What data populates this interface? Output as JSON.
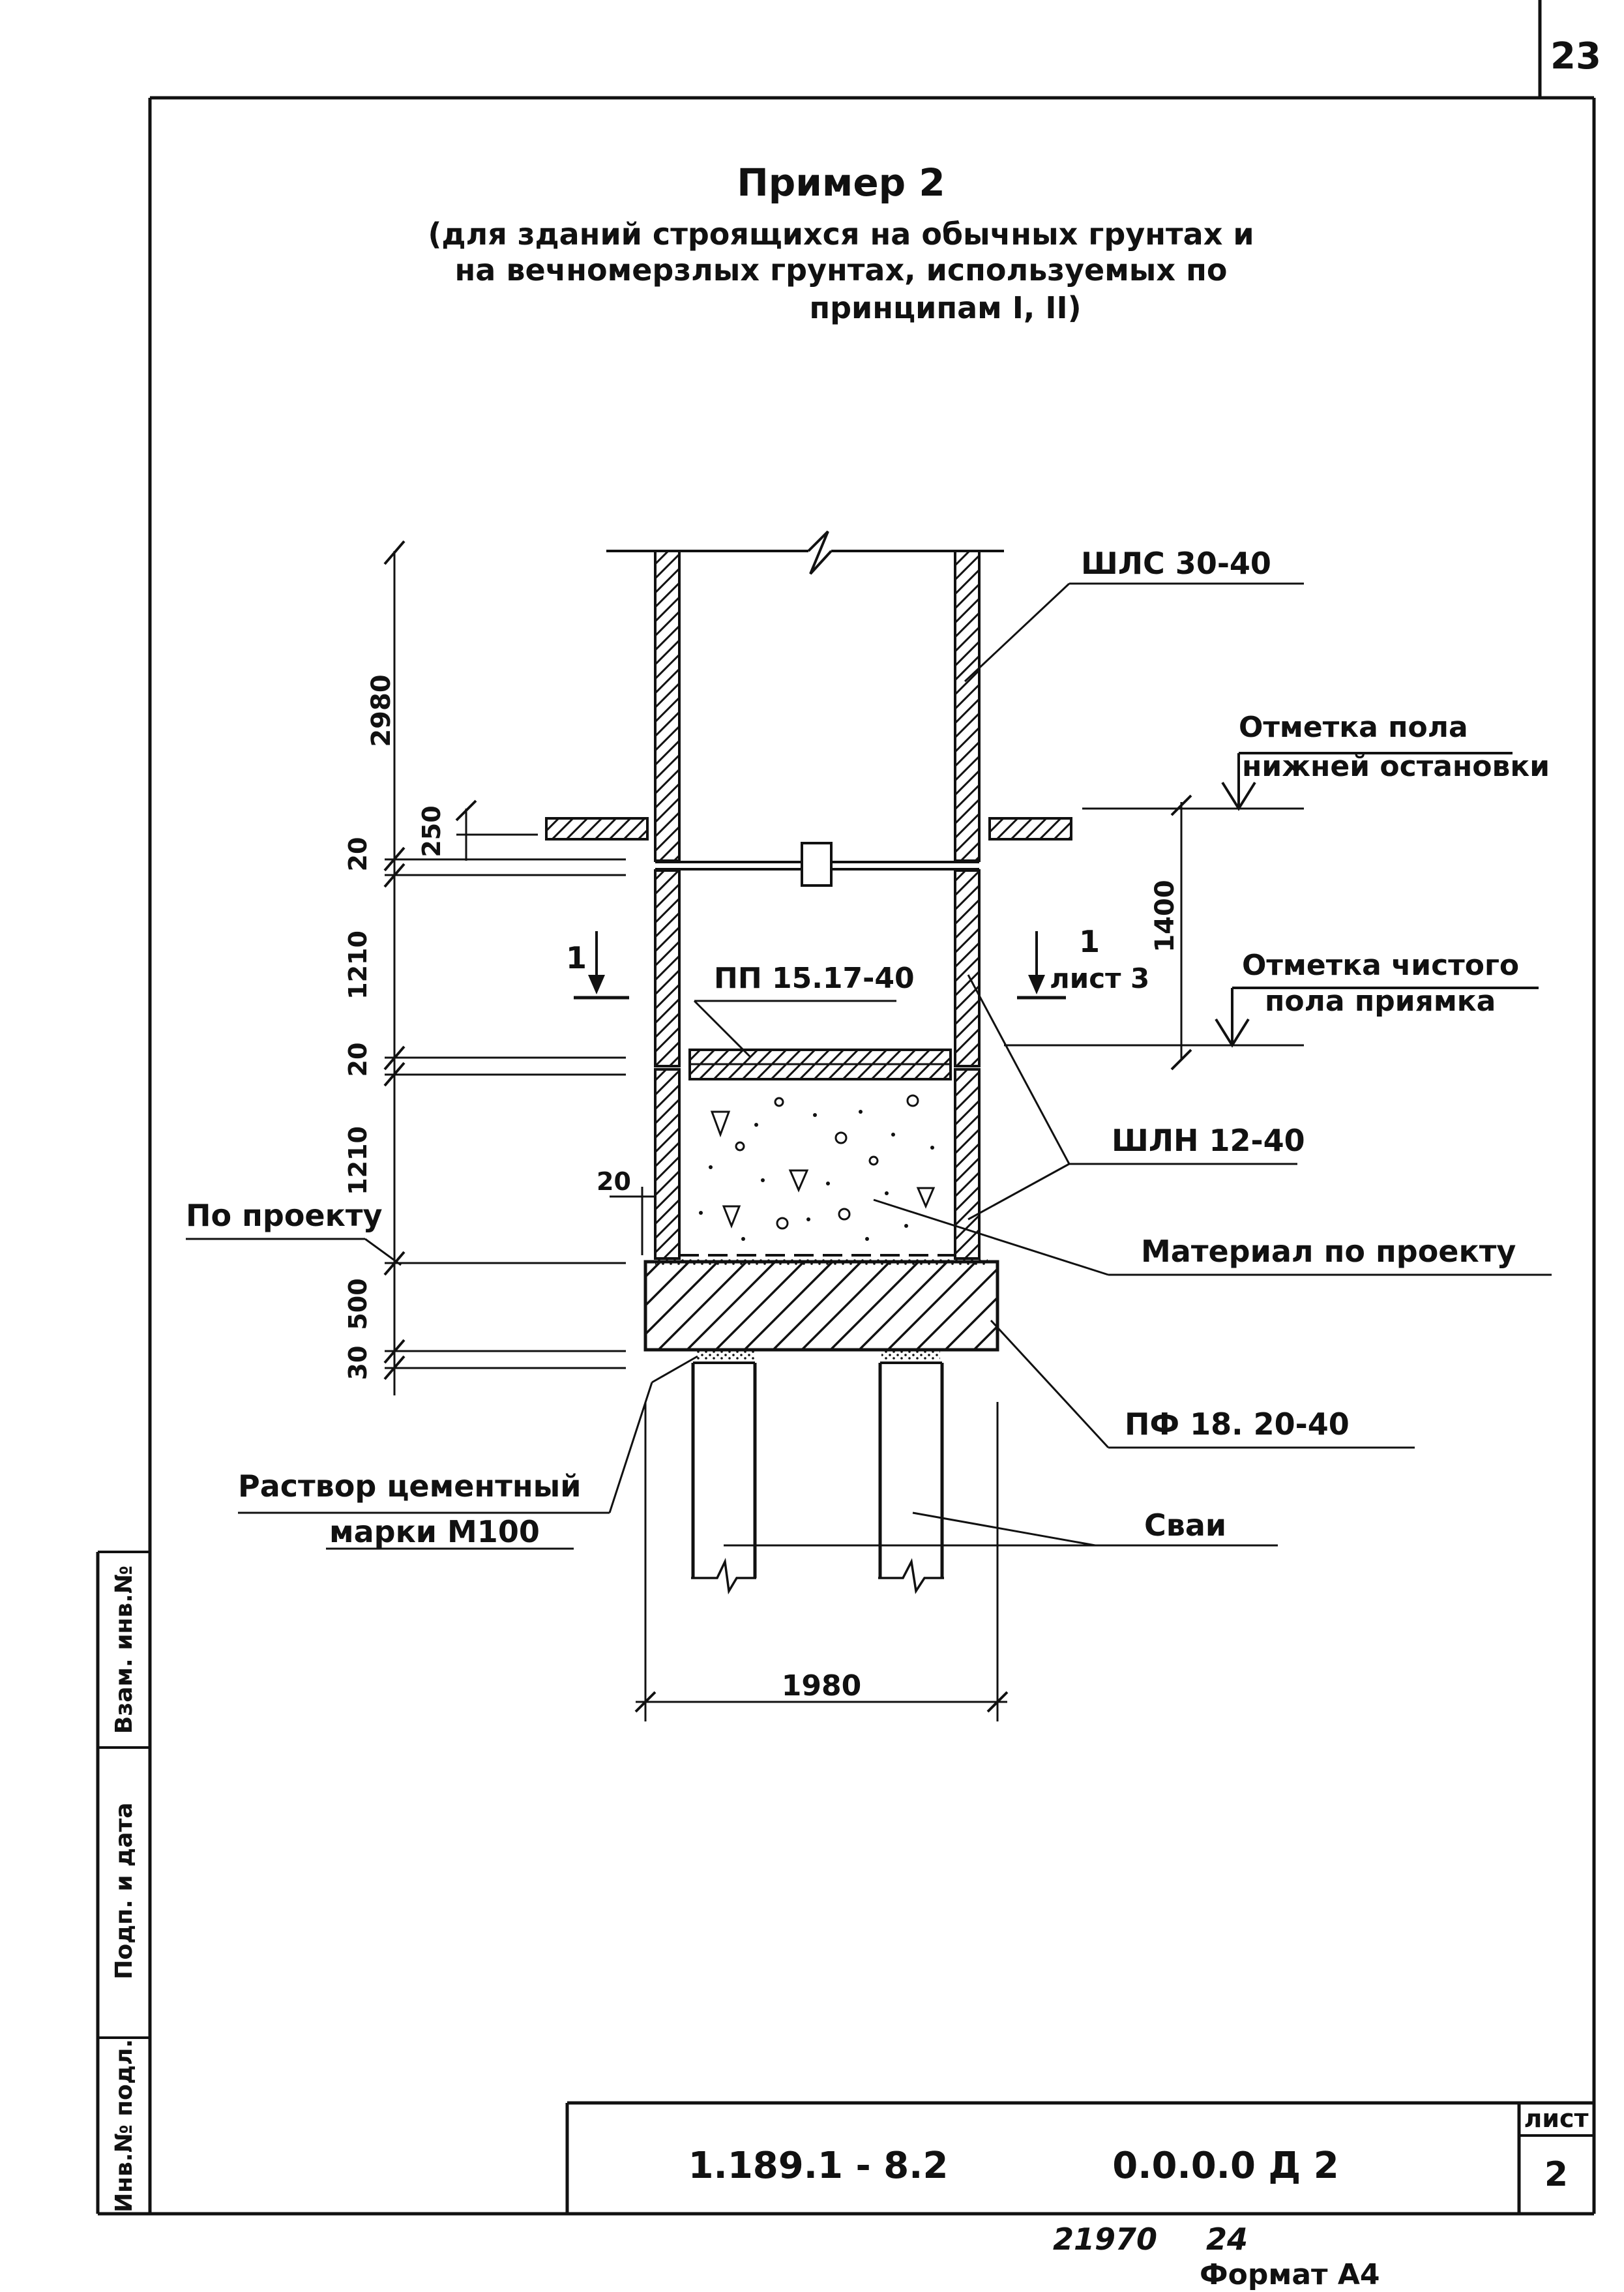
{
  "sheet_number": "23",
  "title": "Пример 2",
  "subtitle_lines": [
    "(для зданий строящихся на обычных грунтах и",
    "на вечномерзлых грунтах, используемых по",
    "принципам I, II)"
  ],
  "labels": {
    "shaft_upper": "ШЛС 30-40",
    "floor_lower_stop_1": "Отметка пола",
    "floor_lower_stop_2": "нижней остановки",
    "pit_clean_floor_1": "Отметка чистого",
    "pit_clean_floor_2": "пола приямка",
    "floor_slab": "ПП 15.17-40",
    "shaft_lower": "ШЛН 12-40",
    "fill_material": "Материал по проекту",
    "per_project": "По проекту",
    "foundation": "ПФ 18. 20-40",
    "mortar_1": "Раствор цементный",
    "mortar_2": "марки М100",
    "piles": "Сваи",
    "section_mark_left": "1",
    "section_mark_right": "1",
    "section_sheet": "лист 3"
  },
  "dimensions": {
    "d2980": "2980",
    "d250": "250",
    "d20_top": "20",
    "d1210_top": "1210",
    "d20_mid": "20",
    "d1210_bottom": "1210",
    "d500": "500",
    "d30": "30",
    "d1400": "1400",
    "d20_wall": "20",
    "d1980": "1980"
  },
  "title_block": {
    "doc_code": "1.189.1 - 8.2",
    "doc_number": "0.0.0.0 Д 2",
    "sheet_label": "лист",
    "sheet_value": "2"
  },
  "side_stamp": {
    "vzam": "Взам. инв.№",
    "podp_data": "Подп. и дата",
    "inv_podl": "Инв.№ подл."
  },
  "footer": {
    "order_number": "21970",
    "copy_number": "24",
    "format": "Формат А4"
  }
}
